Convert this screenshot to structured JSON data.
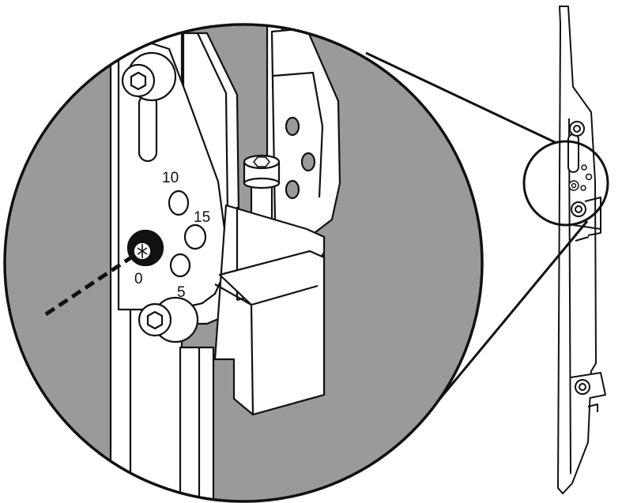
{
  "labels": {
    "tilt_10": "10",
    "tilt_15": "15",
    "tilt_0": "0",
    "tilt_5": "5"
  },
  "colors": {
    "backdrop": "#9a9a9a",
    "part_fill": "#ffffff",
    "line": "#111111",
    "page": "#ffffff"
  },
  "icons": [
    "hex-socket-bolt-icon",
    "torx-screw-icon"
  ]
}
